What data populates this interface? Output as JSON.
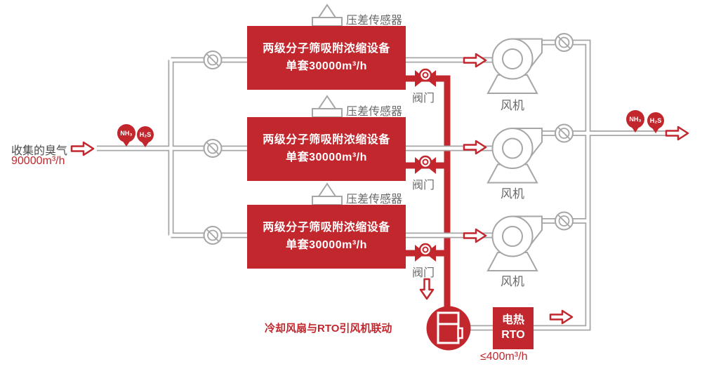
{
  "inlet": {
    "name": "收集的臭气",
    "flow": "90000m³/h"
  },
  "gas_tags": {
    "nh3": "NH₃",
    "h2s": "H₂S"
  },
  "pressure_sensor": {
    "label": "压差传感器"
  },
  "units": [
    {
      "line1": "两级分子筛吸附浓缩设备",
      "line2": "单套30000m³/h"
    },
    {
      "line1": "两级分子筛吸附浓缩设备",
      "line2": "单套30000m³/h"
    },
    {
      "line1": "两级分子筛吸附浓缩设备",
      "line2": "单套30000m³/h"
    }
  ],
  "valves": {
    "label": "阀门"
  },
  "fans": {
    "label": "风机"
  },
  "rto": {
    "line1": "电热",
    "line2": "RTO",
    "flow_limit": "≤400m³/h"
  },
  "notes": {
    "linkage": "冷却风扇与RTO引风机联动"
  },
  "colors": {
    "red": "#c1272d",
    "pipe_gray": "#a6a6a6",
    "label_gray": "#6a6a6a"
  }
}
